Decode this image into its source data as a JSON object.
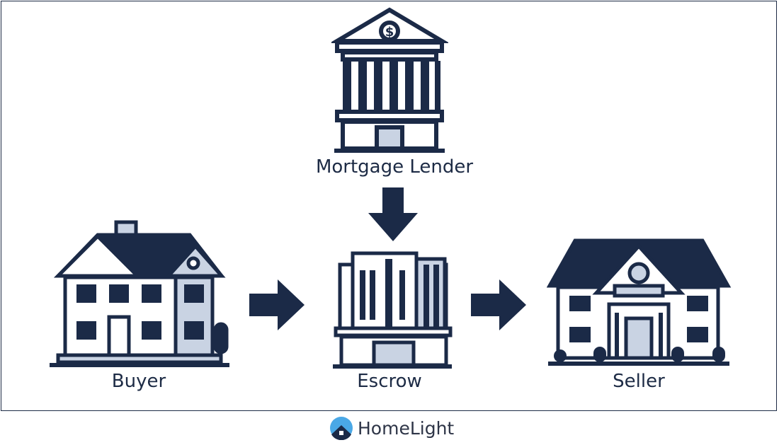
{
  "nodes": {
    "lender": {
      "label": "Mortgage Lender"
    },
    "buyer": {
      "label": "Buyer"
    },
    "escrow": {
      "label": "Escrow"
    },
    "seller": {
      "label": "Seller"
    }
  },
  "edges": [
    {
      "from": "Mortgage Lender",
      "to": "Escrow"
    },
    {
      "from": "Buyer",
      "to": "Escrow"
    },
    {
      "from": "Escrow",
      "to": "Seller"
    }
  ],
  "brand": {
    "name": "HomeLight"
  },
  "colors": {
    "navy": "#1b2a47",
    "light": "#c9d3e3",
    "logo_blue": "#4aa8e6"
  }
}
